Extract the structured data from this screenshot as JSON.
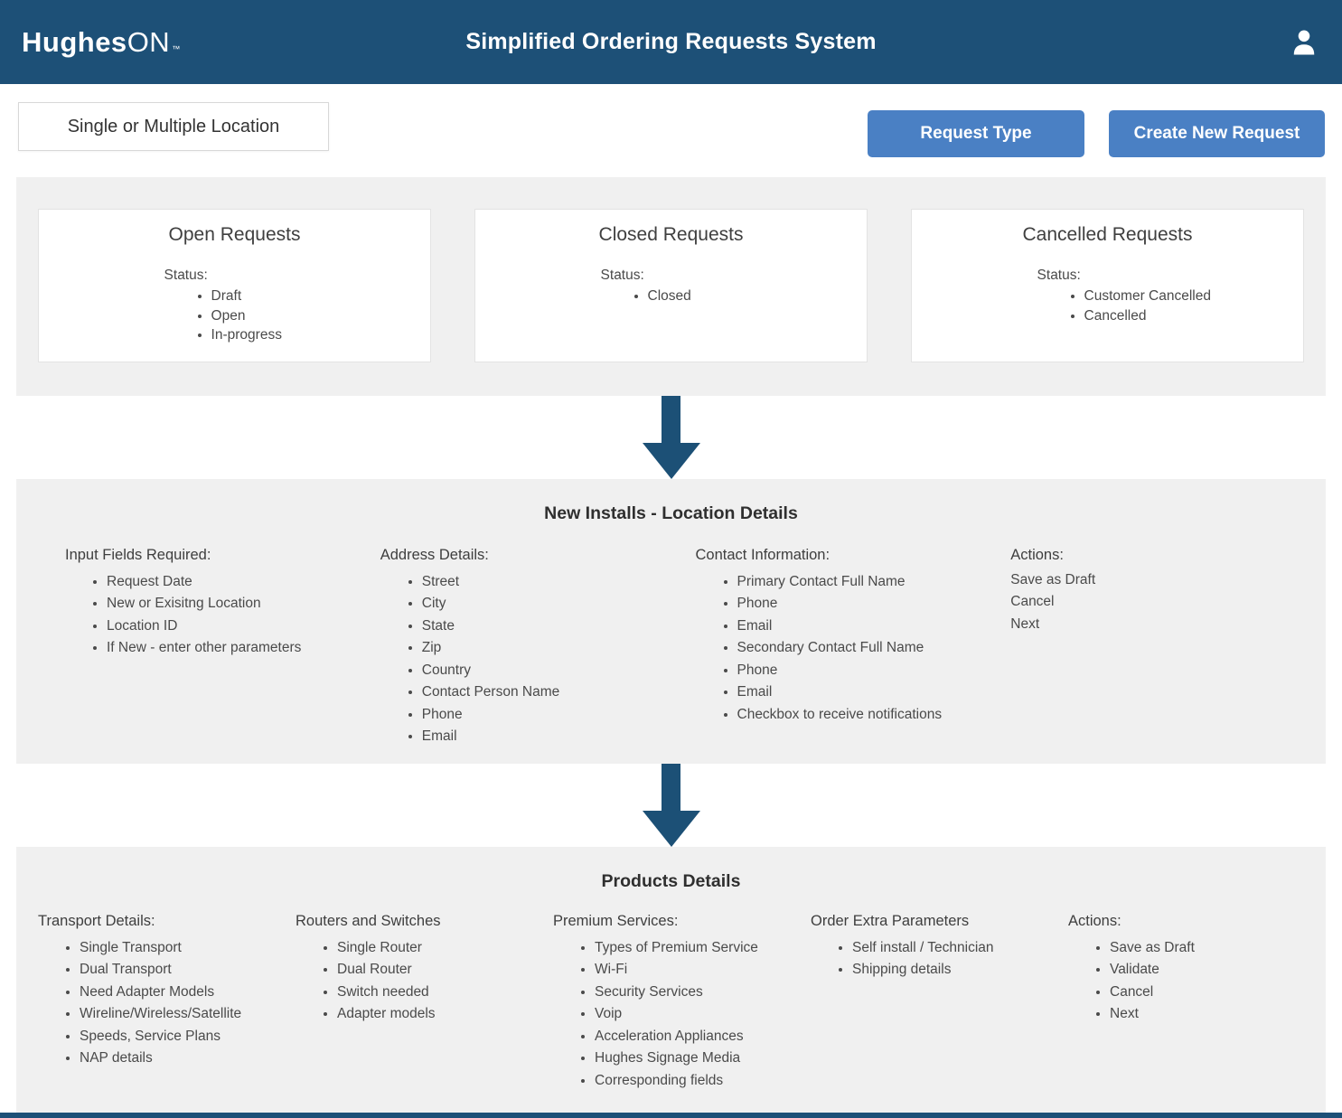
{
  "header": {
    "logo": {
      "brand_bold": "Hughes",
      "brand_light": "ON",
      "trademark": "™"
    },
    "title": "Simplified Ordering Requests System",
    "user_icon": "user-icon"
  },
  "toolbar": {
    "location_toggle_label": "Single or Multiple Location",
    "request_type_button": "Request Type",
    "create_new_request_button": "Create New Request"
  },
  "request_cards": [
    {
      "title": "Open Requests",
      "status_label": "Status:",
      "statuses": [
        "Draft",
        "Open",
        "In-progress"
      ]
    },
    {
      "title": "Closed Requests",
      "status_label": "Status:",
      "statuses": [
        "Closed"
      ]
    },
    {
      "title": "Cancelled Requests",
      "status_label": "Status:",
      "statuses": [
        "Customer Cancelled",
        "Cancelled"
      ]
    }
  ],
  "location_section": {
    "title": "New Installs - Location Details",
    "columns": [
      {
        "heading": "Input Fields Required:",
        "bulleted": true,
        "items": [
          "Request Date",
          "New or Exisitng Location",
          "Location ID",
          "If New - enter other parameters"
        ]
      },
      {
        "heading": "Address Details:",
        "bulleted": true,
        "items": [
          "Street",
          "City",
          "State",
          "Zip",
          "Country",
          "Contact Person Name",
          "Phone",
          "Email"
        ]
      },
      {
        "heading": "Contact Information:",
        "bulleted": true,
        "items": [
          "Primary Contact Full Name",
          "Phone",
          "Email",
          "Secondary Contact Full Name",
          "Phone",
          "Email",
          "Checkbox to receive notifications"
        ]
      },
      {
        "heading": "Actions:",
        "bulleted": false,
        "items": [
          "Save as Draft",
          "Cancel",
          "Next"
        ]
      }
    ]
  },
  "products_section": {
    "title": "Products Details",
    "columns": [
      {
        "heading": "Transport Details:",
        "bulleted": true,
        "items": [
          "Single Transport",
          "Dual Transport",
          "Need Adapter Models",
          "Wireline/Wireless/Satellite",
          "Speeds, Service Plans",
          "NAP details"
        ]
      },
      {
        "heading": "Routers and Switches",
        "bulleted": true,
        "items": [
          "Single Router",
          "Dual Router",
          "Switch needed",
          "Adapter models"
        ]
      },
      {
        "heading": "Premium Services:",
        "bulleted": true,
        "items": [
          "Types of Premium Service",
          "Wi-Fi",
          "Security Services",
          "Voip",
          "Acceleration Appliances",
          "Hughes Signage Media",
          "Corresponding fields"
        ]
      },
      {
        "heading": "Order Extra Parameters",
        "bulleted": true,
        "items": [
          "Self install / Technician",
          "Shipping details"
        ]
      },
      {
        "heading": "Actions:",
        "bulleted": true,
        "items": [
          "Save as Draft",
          "Validate",
          "Cancel",
          "Next"
        ]
      }
    ]
  },
  "colors": {
    "header_bg": "#1d5077",
    "accent_button": "#4a80c4",
    "arrow": "#1c5076",
    "panel_bg": "#f0f0f0",
    "body_text": "#4a4a4a"
  }
}
